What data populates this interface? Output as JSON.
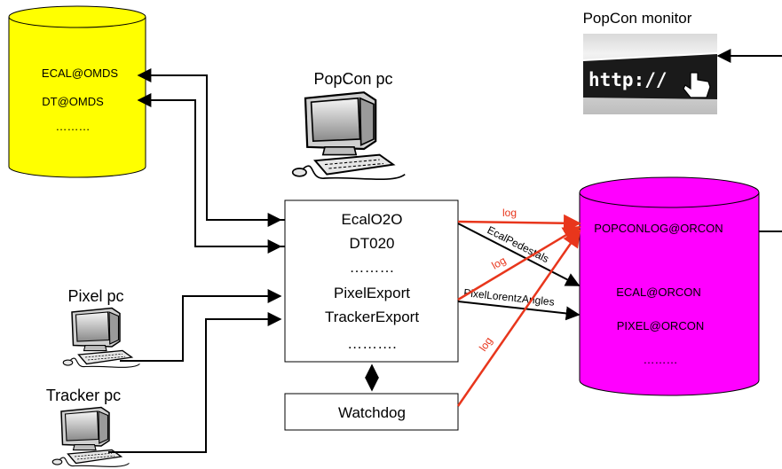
{
  "colors": {
    "omds_fill": "#ffff00",
    "orcon_fill": "#ff00ff",
    "log_arrow": "#e8361c",
    "black_arrow": "#000000"
  },
  "omds_db": {
    "items": [
      "ECAL@OMDS",
      "DT@OMDS",
      "………"
    ]
  },
  "orcon_db": {
    "items": [
      "POPCONLOG@ORCON",
      "ECAL@ORCON",
      "PIXEL@ORCON",
      "………"
    ]
  },
  "popcon_pc": {
    "label": "PopCon pc"
  },
  "pixel_pc": {
    "label": "Pixel pc"
  },
  "tracker_pc": {
    "label": "Tracker pc"
  },
  "popcon_monitor": {
    "label": "PopCon  monitor",
    "url_text": "http://"
  },
  "central_box": {
    "lines": [
      "EcalO2O",
      "DT020",
      "………",
      "PixelExport",
      "TrackerExport",
      "………."
    ]
  },
  "watchdog": {
    "label": "Watchdog"
  },
  "arrow_labels": {
    "log_top": "log",
    "log_mid": "log",
    "log_bottom": "log",
    "ecal_pedestals": "EcalPedestals",
    "pixel_lorentz": "PixelLorentzAngles"
  }
}
